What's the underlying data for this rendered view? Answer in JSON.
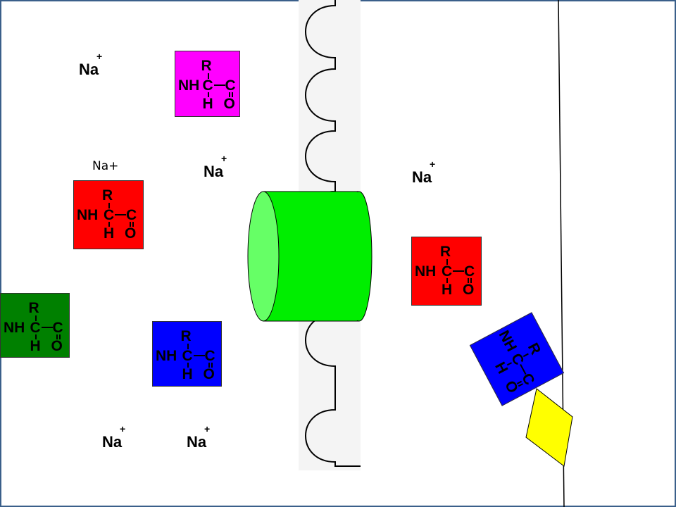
{
  "ions": {
    "na_symbol": "Na",
    "charge": "+",
    "plain_label": "Na+"
  },
  "amino_acid": {
    "side_chain": "R",
    "amine": "NH",
    "alpha_carbon": "C",
    "carboxyl_carbon": "C",
    "hydrogen": "H",
    "oxygen": "O"
  },
  "colors": {
    "magenta": "#ff00ff",
    "red": "#ff0000",
    "green": "#008000",
    "blue": "#0000ff",
    "transporter": "#00ee00",
    "transporter_face": "#66ff66",
    "marker": "#ffff00",
    "frame": "#3a5f8a"
  }
}
